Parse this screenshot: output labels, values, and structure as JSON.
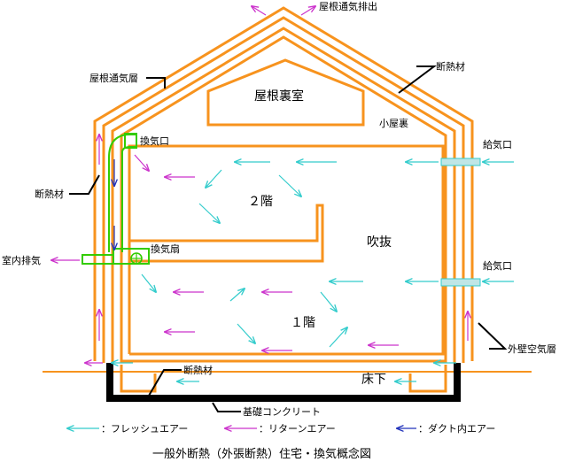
{
  "labels": {
    "roof_vent_exhaust": "屋根通気排出",
    "roof_vent_layer": "屋根通気層",
    "insulation_roof": "断熱材",
    "attic_room": "屋根裏室",
    "small_attic": "小屋裏",
    "exhaust_port": "換気口",
    "supply_port_upper": "給気口",
    "insulation_wall": "断熱材",
    "second_floor": "２階",
    "atrium": "吹抜",
    "ventilation_fan": "換気扇",
    "indoor_exhaust": "室内排気",
    "supply_port_lower": "給気口",
    "first_floor": "１階",
    "exterior_air_layer": "外壁空気層",
    "insulation_floor": "断熱材",
    "underfloor": "床下",
    "foundation": "基礎コンクリート"
  },
  "legend": {
    "fresh_air": "：フレッシュエアー",
    "return_air": "：リターンエアー",
    "duct_air": "：ダクト内エアー"
  },
  "title": "一般外断熱（外張断熱）住宅・換気概念図",
  "colors": {
    "wall": "#f7931e",
    "fresh_air": "#33cccc",
    "return_air": "#cc33cc",
    "duct_air": "#2233bb",
    "duct": "#33cc00",
    "foundation": "#000000",
    "supply_port": "#bfe6e6"
  }
}
